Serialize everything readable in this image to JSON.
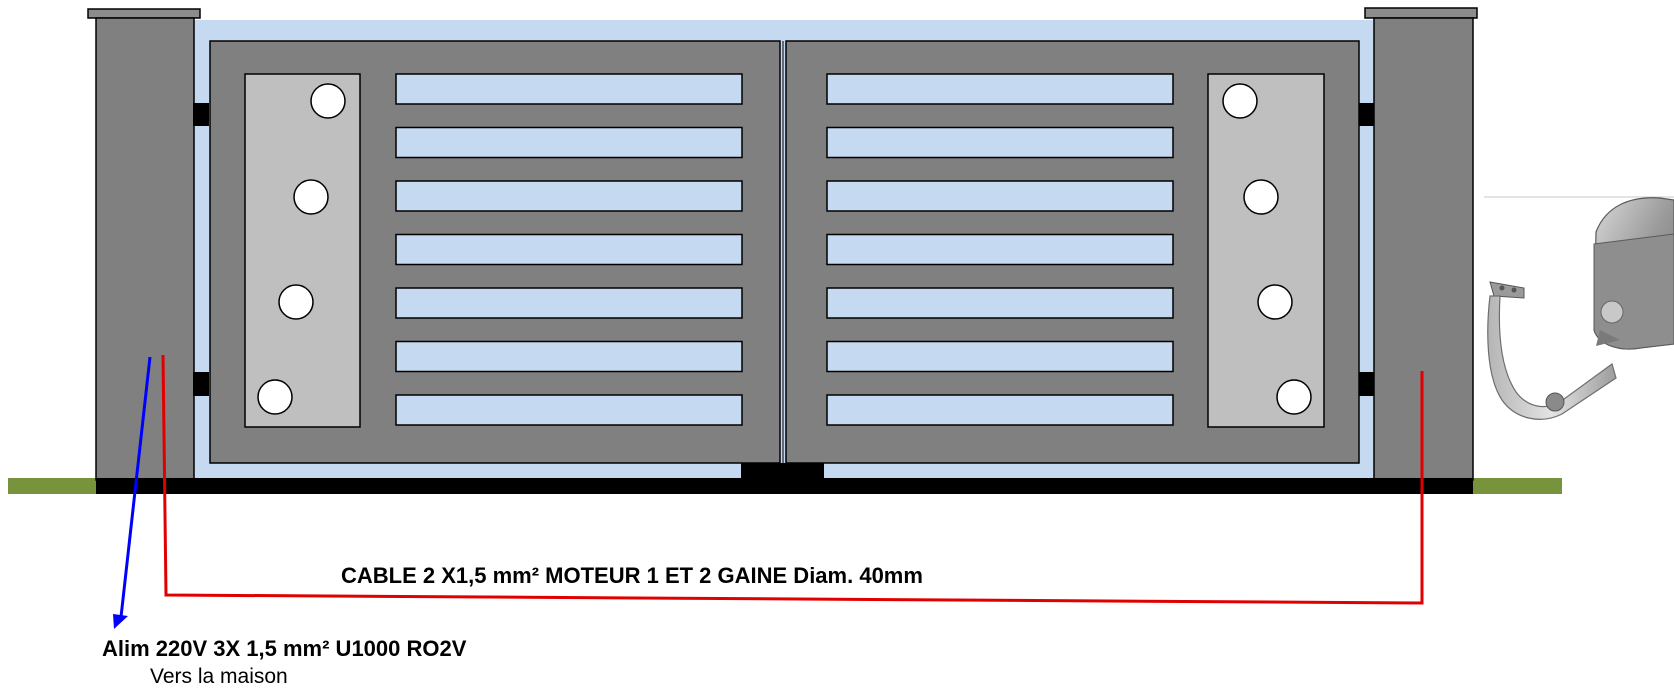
{
  "labels": {
    "cable": "CABLE 2 X1,5 mm² MOTEUR 1 ET 2 GAINE Diam. 40mm",
    "alim": "Alim 220V 3X 1,5 mm² U1000 RO2V",
    "destination": "Vers la maison"
  },
  "colors": {
    "pillar": "#808080",
    "pillar_cap": "#8c8c8c",
    "gate_frame": "#808080",
    "infill": "#c5d9f1",
    "plate": "#bfbfbf",
    "ground": "#000000",
    "grass": "#77933c",
    "motor_cable": "#e00000",
    "power_cable": "#0000ff",
    "outline": "#000000"
  },
  "gate": {
    "leaves": 2,
    "slats_per_leaf": 7,
    "bolts_per_plate": 4
  },
  "icons": {
    "motor_unit": "swing-gate-motor-icon"
  }
}
